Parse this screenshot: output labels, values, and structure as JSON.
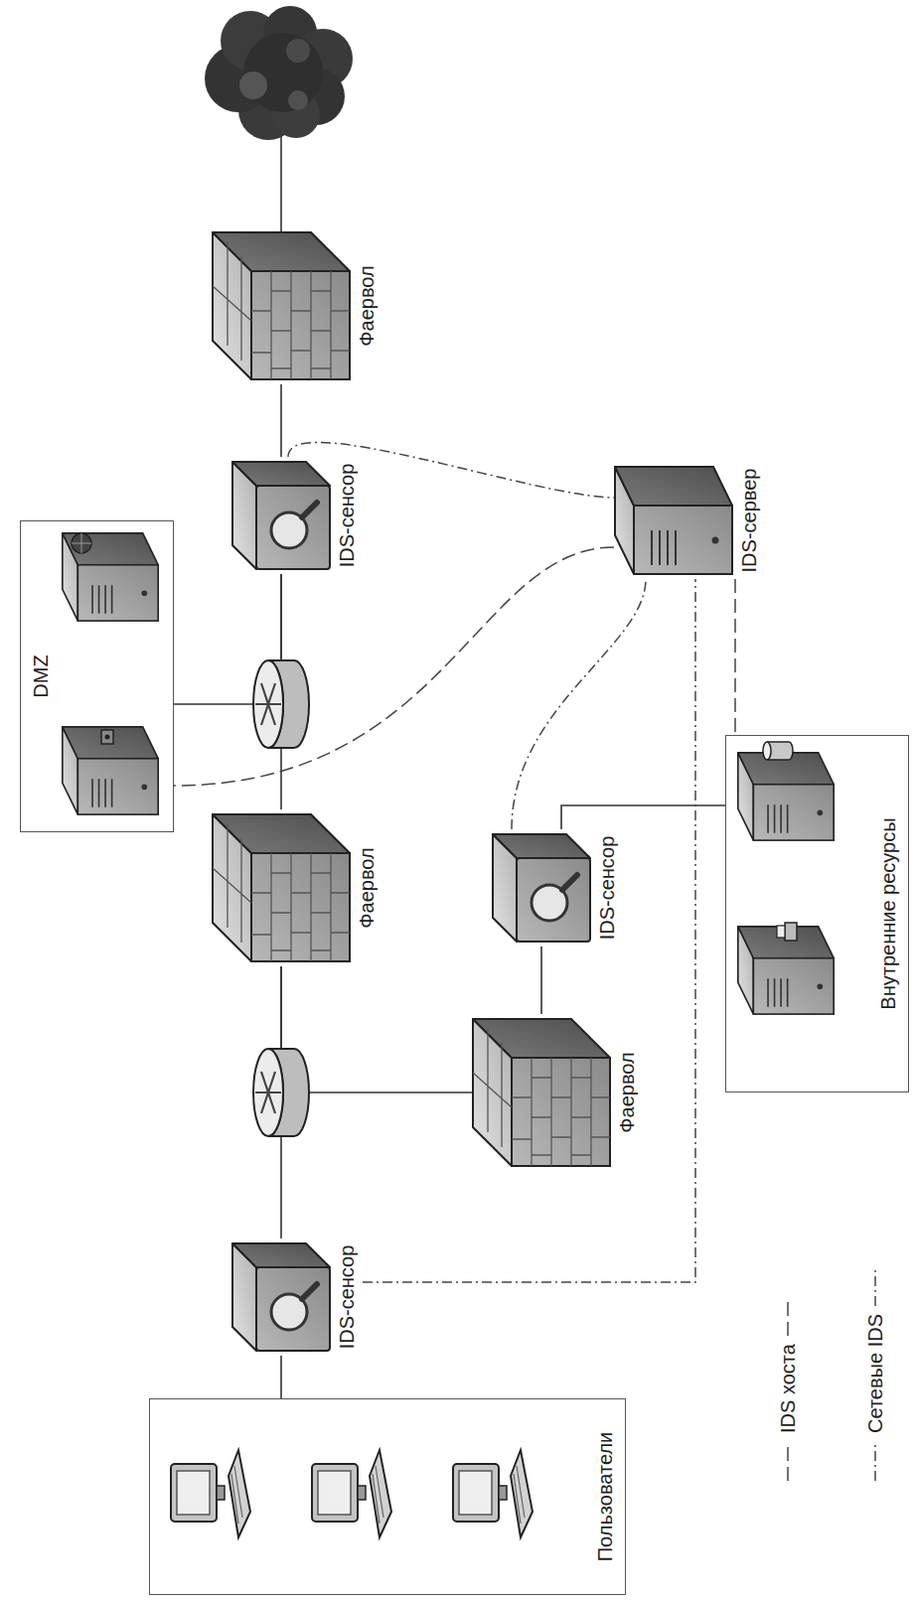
{
  "diagram": {
    "nodes": [
      {
        "text": [
          "Пользователи"
        ]
      },
      {
        "text": [
          "IDS-сенсор"
        ]
      },
      {
        "text": [
          "Фаервол"
        ]
      },
      {
        "text": [
          "IDS-сенсор"
        ]
      },
      {
        "text": [
          "Фаервол"
        ]
      },
      {
        "text": [
          "Внутренние ресурсы"
        ]
      },
      {
        "text": [
          "DMZ"
        ]
      },
      {
        "text": [
          "IDS-сенсор"
        ]
      },
      {
        "text": [
          "IDS-сервер"
        ]
      },
      {
        "text": [
          "Фаервол"
        ]
      }
    ],
    "edges": [
      {
        "from": 1,
        "to": 0,
        "arrow": "none"
      },
      {
        "from": 4,
        "to": 1,
        "arrow": "none"
      },
      {
        "from": 4,
        "to": 2,
        "arrow": "none"
      },
      {
        "from": 2,
        "to": 3,
        "arrow": "none"
      },
      {
        "from": 3,
        "to": 5,
        "arrow": "none"
      },
      {
        "from": 7,
        "to": 4,
        "arrow": "none"
      },
      {
        "from": 7,
        "to": 6,
        "arrow": "none"
      },
      {
        "from": 9,
        "to": 7,
        "arrow": "none"
      },
      {
        "from": 8,
        "to": 5,
        "arrow": "none"
      },
      {
        "from": 8,
        "to": 6,
        "arrow": "none"
      },
      {
        "from": 7,
        "to": 8,
        "arrow": "none"
      },
      {
        "from": 3,
        "to": 8,
        "arrow": "none"
      },
      {
        "from": 1,
        "to": 8,
        "arrow": "none"
      }
    ],
    "legend": [
      {
        "text": "IDS хоста"
      },
      {
        "text": "Сетевые IDS"
      }
    ]
  }
}
